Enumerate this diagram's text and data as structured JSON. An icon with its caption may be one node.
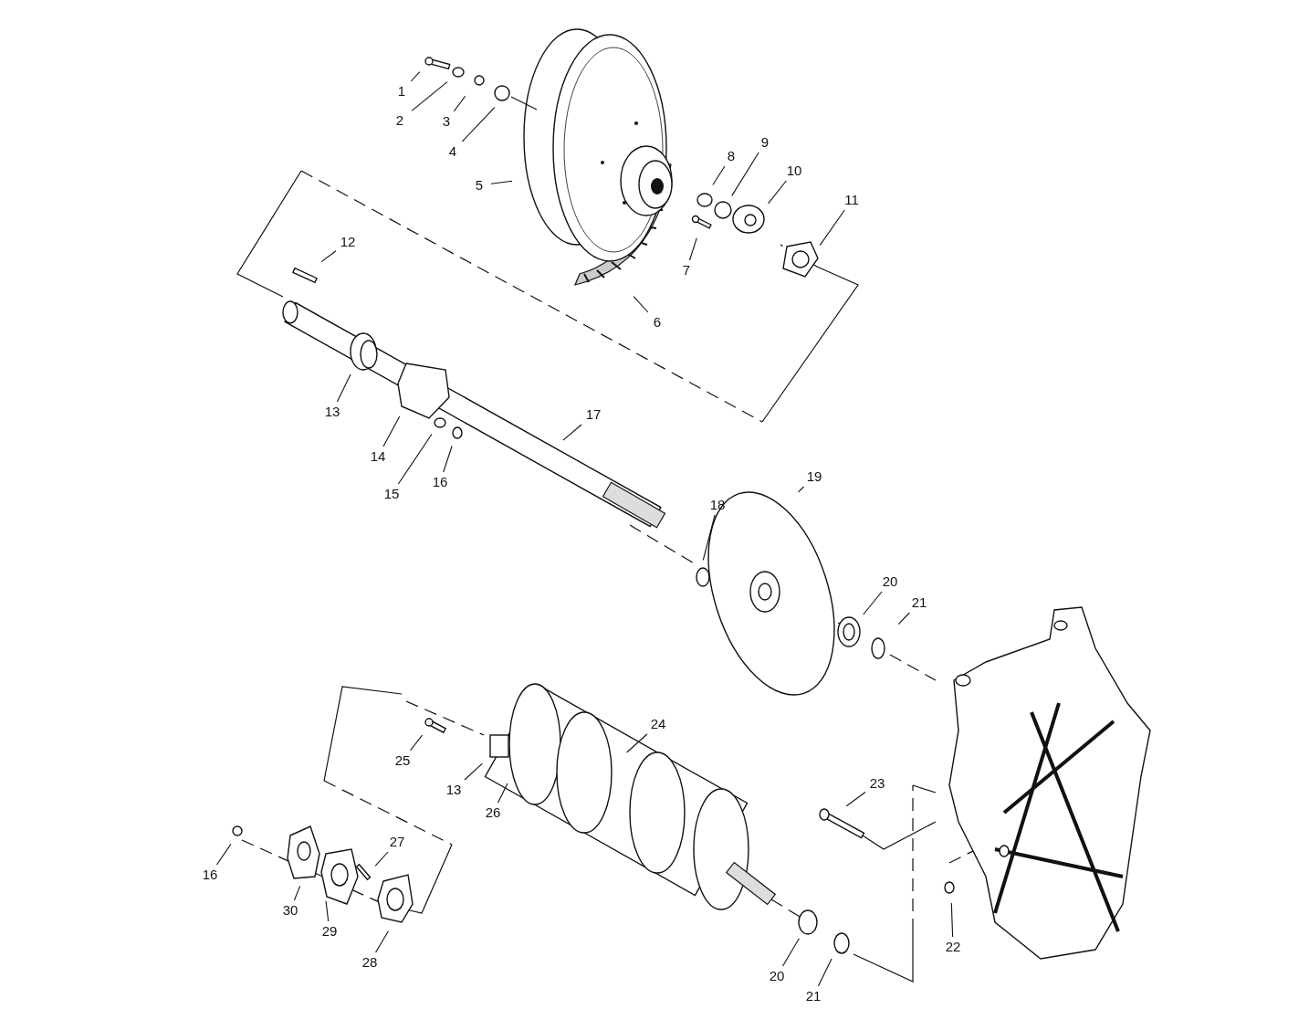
{
  "diagram": {
    "nodes": [
      {
        "text": [
          "1"
        ]
      },
      {
        "text": [
          "2"
        ]
      },
      {
        "text": [
          "3"
        ]
      },
      {
        "text": [
          "4"
        ]
      },
      {
        "text": [
          "5"
        ]
      },
      {
        "text": [
          "6"
        ]
      },
      {
        "text": [
          "7"
        ]
      },
      {
        "text": [
          "8"
        ]
      },
      {
        "text": [
          "9"
        ]
      },
      {
        "text": [
          "10"
        ]
      },
      {
        "text": [
          "11"
        ]
      },
      {
        "text": [
          "12"
        ]
      },
      {
        "text": [
          "13"
        ]
      },
      {
        "text": [
          "14"
        ]
      },
      {
        "text": [
          "15"
        ]
      },
      {
        "text": [
          "16"
        ]
      },
      {
        "text": [
          "17"
        ]
      },
      {
        "text": [
          "18"
        ]
      },
      {
        "text": [
          "19"
        ]
      },
      {
        "text": [
          "20"
        ]
      },
      {
        "text": [
          "21"
        ]
      },
      {
        "text": [
          "24"
        ]
      },
      {
        "text": [
          "25"
        ]
      },
      {
        "text": [
          "13"
        ]
      },
      {
        "text": [
          "26"
        ]
      },
      {
        "text": [
          "23"
        ]
      },
      {
        "text": [
          "16"
        ]
      },
      {
        "text": [
          "27"
        ]
      },
      {
        "text": [
          "30"
        ]
      },
      {
        "text": [
          "29"
        ]
      },
      {
        "text": [
          "28"
        ]
      },
      {
        "text": [
          "22"
        ]
      },
      {
        "text": [
          "20"
        ]
      },
      {
        "text": [
          "21"
        ]
      }
    ],
    "edges": [
      {
        "from": 0,
        "to": null,
        "arrow": "none"
      },
      {
        "from": 1,
        "to": null,
        "arrow": "none"
      },
      {
        "from": 2,
        "to": null,
        "arrow": "none"
      },
      {
        "from": 3,
        "to": null,
        "arrow": "none"
      },
      {
        "from": 4,
        "to": null,
        "arrow": "none"
      },
      {
        "from": 5,
        "to": null,
        "arrow": "none"
      },
      {
        "from": 6,
        "to": null,
        "arrow": "none"
      },
      {
        "from": 7,
        "to": null,
        "arrow": "none"
      },
      {
        "from": 8,
        "to": null,
        "arrow": "none"
      },
      {
        "from": 9,
        "to": null,
        "arrow": "none"
      },
      {
        "from": 10,
        "to": null,
        "arrow": "none"
      },
      {
        "from": 11,
        "to": null,
        "arrow": "none"
      },
      {
        "from": 12,
        "to": null,
        "arrow": "none"
      },
      {
        "from": 13,
        "to": null,
        "arrow": "none"
      },
      {
        "from": 14,
        "to": null,
        "arrow": "none"
      },
      {
        "from": 15,
        "to": null,
        "arrow": "none"
      },
      {
        "from": 16,
        "to": null,
        "arrow": "none"
      },
      {
        "from": 17,
        "to": null,
        "arrow": "none"
      },
      {
        "from": 18,
        "to": null,
        "arrow": "none"
      },
      {
        "from": 19,
        "to": null,
        "arrow": "none"
      },
      {
        "from": 20,
        "to": null,
        "arrow": "none"
      },
      {
        "from": 21,
        "to": null,
        "arrow": "none"
      },
      {
        "from": 22,
        "to": null,
        "arrow": "none"
      },
      {
        "from": 23,
        "to": null,
        "arrow": "none"
      },
      {
        "from": 24,
        "to": null,
        "arrow": "none"
      },
      {
        "from": 25,
        "to": null,
        "arrow": "none"
      },
      {
        "from": 26,
        "to": null,
        "arrow": "none"
      },
      {
        "from": 27,
        "to": null,
        "arrow": "none"
      },
      {
        "from": 28,
        "to": null,
        "arrow": "none"
      },
      {
        "from": 29,
        "to": null,
        "arrow": "none"
      },
      {
        "from": 30,
        "to": null,
        "arrow": "none"
      },
      {
        "from": 31,
        "to": null,
        "arrow": "none"
      },
      {
        "from": 32,
        "to": null,
        "arrow": "none"
      },
      {
        "from": 33,
        "to": null,
        "arrow": "none"
      }
    ]
  }
}
